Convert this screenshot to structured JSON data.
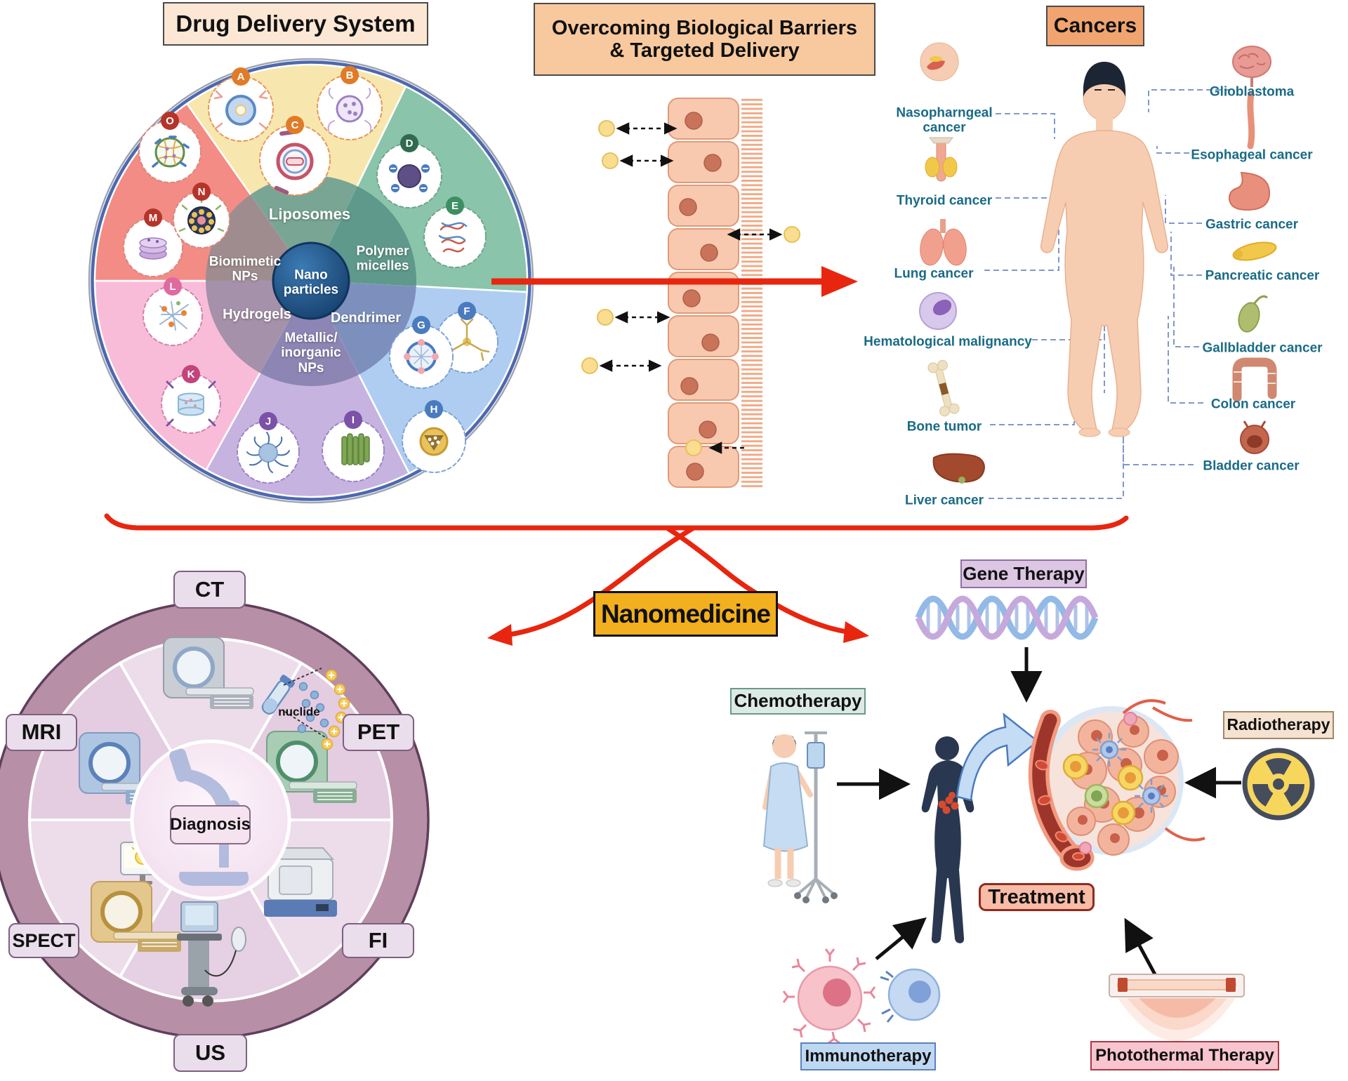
{
  "palette": {
    "accent_red": "#E8260F",
    "nanomedicine_yellow": "#F2AF1E",
    "cancer_label_teal": "#1A6B86",
    "wheel_center_blue": "#1C4E7E",
    "diagnosis_ring_mauve": "#B78FA7"
  },
  "drug_delivery": {
    "title": "Drug Delivery System",
    "center_label": "Nano\nparticles",
    "segment_labels": {
      "liposomes": "Liposomes",
      "polymer_micelles": "Polymer\nmicelles",
      "dendrimer": "Dendrimer",
      "metallic": "Metallic/\ninorganic\nNPs",
      "hydrogels": "Hydrogels",
      "biomimetic": "Biomimetic\nNPs"
    },
    "letters": [
      "A",
      "B",
      "C",
      "D",
      "E",
      "F",
      "G",
      "H",
      "I",
      "J",
      "K",
      "L",
      "M",
      "N",
      "O"
    ]
  },
  "barrier": {
    "title": "Overcoming Biological Barriers\n& Targeted Delivery"
  },
  "cancers": {
    "title": "Cancers",
    "left": [
      "Nasopharngeal cancer",
      "Thyroid cancer",
      "Lung cancer",
      "Hematological malignancy",
      "Bone tumor",
      "Liver cancer"
    ],
    "right": [
      "Glioblastoma",
      "Esophageal cancer",
      "Gastric cancer",
      "Pancreatic cancer",
      "Gallbladder cancer",
      "Colon cancer",
      "Bladder cancer"
    ]
  },
  "nanomedicine": {
    "label": "Nanomedicine"
  },
  "diagnosis": {
    "center_label": "Diagnosis",
    "nuclide_label": "nuclide",
    "modalities": {
      "ct": "CT",
      "pet": "PET",
      "fi": "FI",
      "us": "US",
      "spect": "SPECT",
      "mri": "MRI"
    }
  },
  "treatment": {
    "center_label": "Treatment",
    "gene": "Gene Therapy",
    "chemo": "Chemotherapy",
    "radio": "Radiotherapy",
    "immuno": "Immunotherapy",
    "photothermal": "Photothermal Therapy"
  }
}
